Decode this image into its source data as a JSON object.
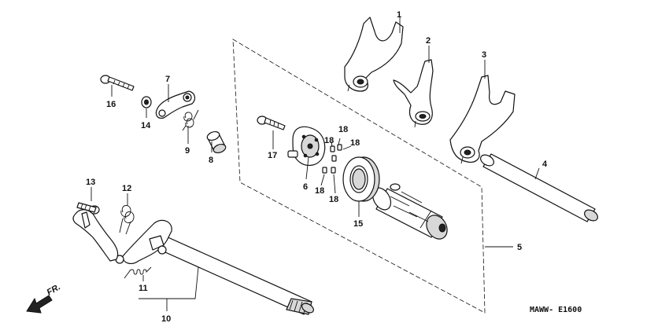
{
  "diagram": {
    "code": "MAWW- E1600",
    "direction_label": "FR.",
    "callouts": {
      "c1": "1",
      "c2": "2",
      "c3": "3",
      "c4": "4",
      "c5": "5",
      "c6": "6",
      "c7": "7",
      "c8": "8",
      "c9": "9",
      "c10": "10",
      "c11": "11",
      "c12": "12",
      "c13": "13",
      "c14": "14",
      "c15": "15",
      "c16": "16",
      "c17": "17",
      "c18a": "18",
      "c18b": "18",
      "c18c": "18",
      "c18d": "18",
      "c18e": "18"
    }
  }
}
